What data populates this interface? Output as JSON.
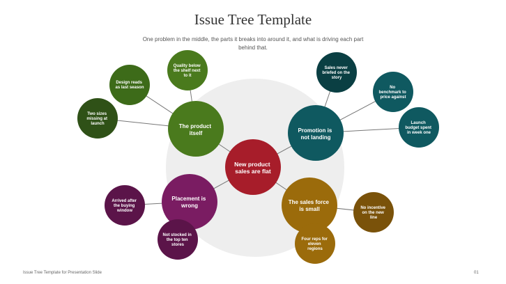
{
  "slide": {
    "title": "Issue Tree Template",
    "subtitle": "One problem in the middle, the parts it breaks into around it, and what is driving each part behind that.",
    "footer_left": "Issue Tree Template for Presentation Slide",
    "page_number": "01"
  },
  "colors": {
    "background_circle": "#eeeeee",
    "connector": "#777777",
    "red": "#a71d2a",
    "green_dark": "#2f5117",
    "green_mid": "#3d6b19",
    "green_bright": "#4a7a1d",
    "teal": "#0f5960",
    "teal_dark": "#0a3f43",
    "purple": "#7a1c62",
    "purple_dark": "#5b1449",
    "amber": "#9b6b0b",
    "amber_dark": "#7a520a"
  },
  "diagram": {
    "center": {
      "lines": [
        "New product",
        "sales are flat"
      ]
    },
    "branches": [
      {
        "key": "product",
        "lines": [
          "The product",
          "itself"
        ],
        "children": [
          {
            "lines": [
              "Quality below",
              "the shelf next",
              "to it"
            ]
          },
          {
            "lines": [
              "Design reads",
              "as last season"
            ]
          },
          {
            "lines": [
              "Two sizes",
              "missing at",
              "launch"
            ]
          }
        ]
      },
      {
        "key": "promotion",
        "lines": [
          "Promotion is",
          "not landing"
        ],
        "children": [
          {
            "lines": [
              "Sales never",
              "briefed on the",
              "story"
            ]
          },
          {
            "lines": [
              "No",
              "benchmark to",
              "price against"
            ]
          },
          {
            "lines": [
              "Launch",
              "budget spent",
              "in week one"
            ]
          }
        ]
      },
      {
        "key": "placement",
        "lines": [
          "Placement is",
          "wrong"
        ],
        "children": [
          {
            "lines": [
              "Arrived after",
              "the buying",
              "window"
            ]
          },
          {
            "lines": [
              "Not stocked in",
              "the top ten",
              "stores"
            ]
          }
        ]
      },
      {
        "key": "salesforce",
        "lines": [
          "The sales force",
          "is small"
        ],
        "children": [
          {
            "lines": [
              "No incentive",
              "on the new",
              "line"
            ]
          },
          {
            "lines": [
              "Four reps for",
              "eleven",
              "regions"
            ]
          }
        ]
      }
    ]
  }
}
